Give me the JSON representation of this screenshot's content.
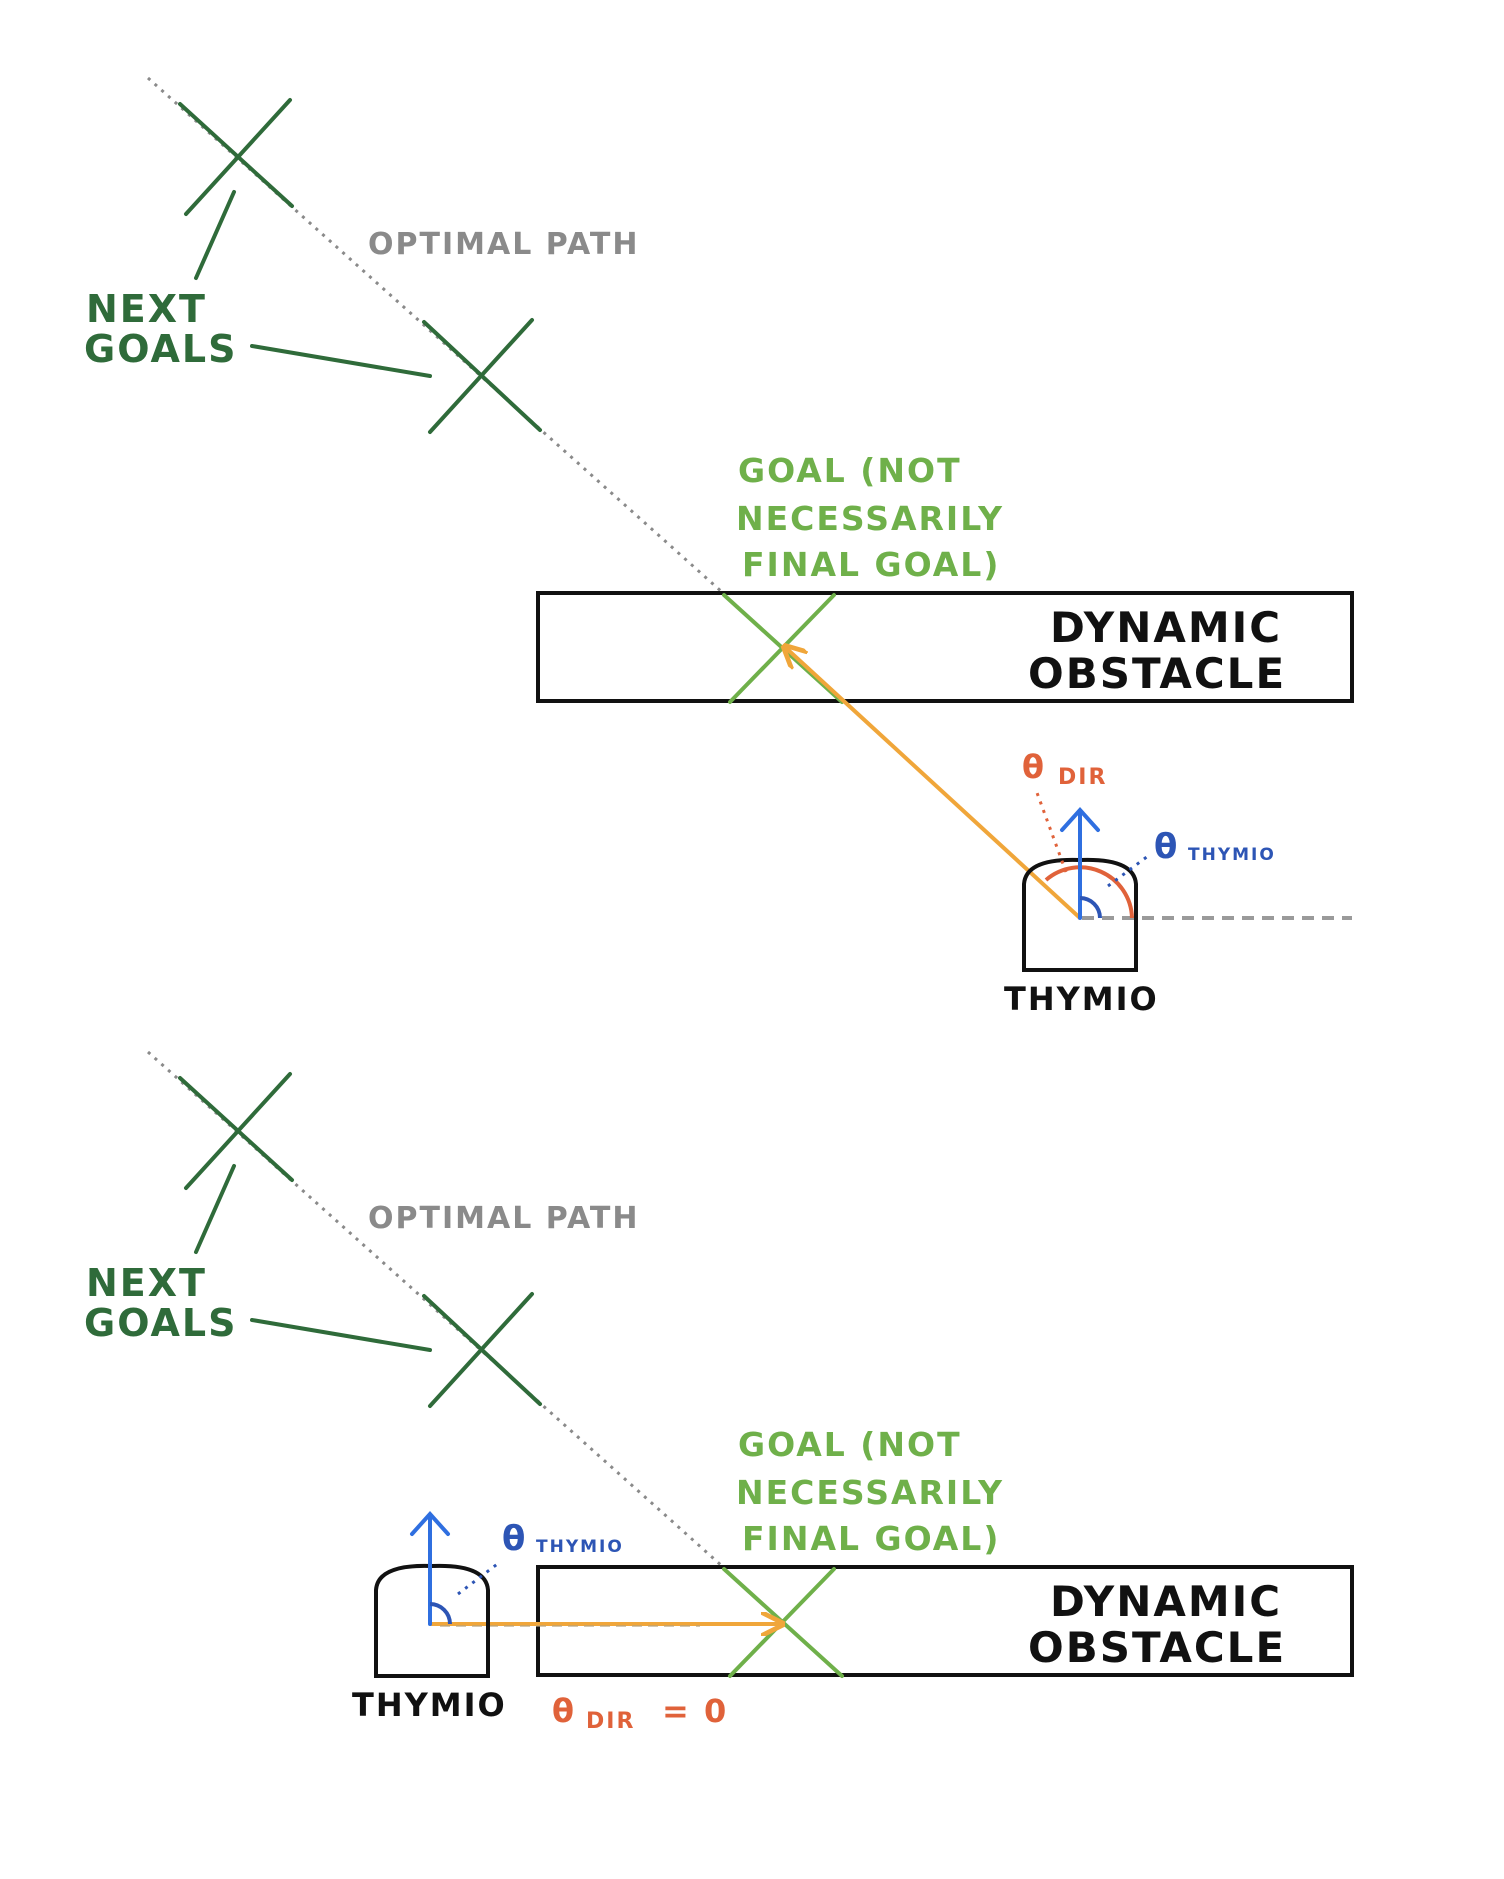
{
  "panels": [
    {
      "id": "top",
      "optimal_path_label": "OPTIMAL PATH",
      "next_goals_label": [
        "NEXT",
        "GOALS"
      ],
      "goal_label": [
        "GOAL (NOT",
        "NECESSARILY",
        "FINAL GOAL)"
      ],
      "obstacle_label": [
        "DYNAMIC",
        "OBSTACLE"
      ],
      "robot_label": "THYMIO",
      "theta_dir_symbol": "θ",
      "theta_dir_sub": "DIR",
      "theta_thymio_symbol": "θ",
      "theta_thymio_sub": "THYMIO"
    },
    {
      "id": "bottom",
      "optimal_path_label": "OPTIMAL PATH",
      "next_goals_label": [
        "NEXT",
        "GOALS"
      ],
      "goal_label": [
        "GOAL (NOT",
        "NECESSARILY",
        "FINAL GOAL)"
      ],
      "obstacle_label": [
        "DYNAMIC",
        "OBSTACLE"
      ],
      "robot_label": "THYMIO",
      "theta_dir_symbol": "θ",
      "theta_dir_sub": "DIR",
      "theta_dir_value": "= 0",
      "theta_thymio_symbol": "θ",
      "theta_thymio_sub": "THYMIO"
    }
  ],
  "colors": {
    "next_goal": "#2f6b3a",
    "current_goal": "#6fb04a",
    "path": "#8a8a8a",
    "direction_arrow": "#f0a63a",
    "theta_dir": "#e0623a",
    "theta_thymio": "#2d55b5",
    "heading_arrow": "#2f6fe0",
    "outline": "#111111"
  }
}
